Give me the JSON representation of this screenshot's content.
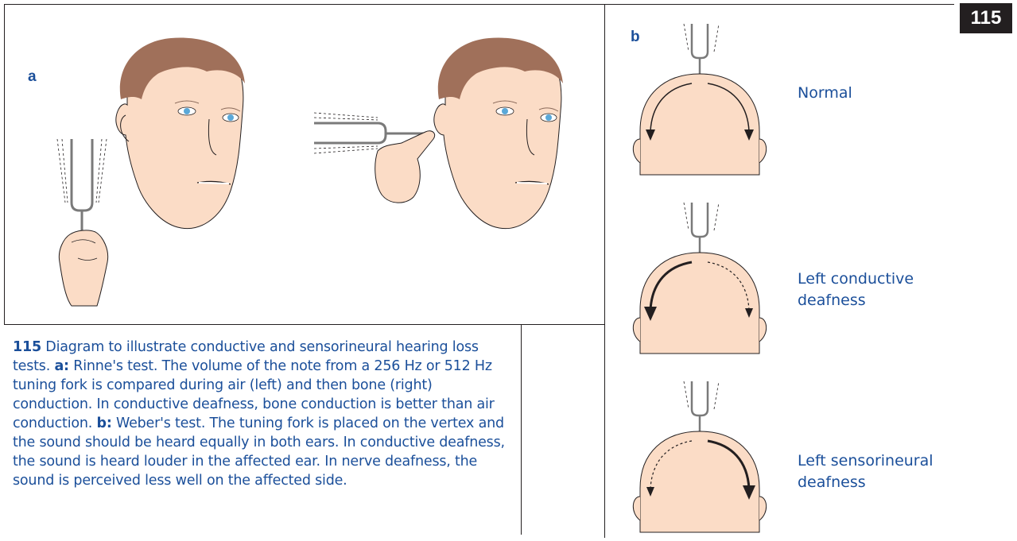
{
  "figure_number": "115",
  "panels": {
    "a_label": "a",
    "b_label": "b"
  },
  "weber_rows": [
    {
      "label_line1": "Normal",
      "label_line2": ""
    },
    {
      "label_line1": "Left conductive",
      "label_line2": "deafness"
    },
    {
      "label_line1": "Left sensorineural",
      "label_line2": "deafness"
    }
  ],
  "caption": {
    "number": "115",
    "intro": " Diagram to illustrate conductive and sensorineural hearing loss tests. ",
    "a_tag": "a:",
    "a_text": " Rinne's test. The volume of the note from a 256 Hz or 512 Hz tuning fork is compared during air (left) and then bone (right) conduction. In conductive deafness, bone conduction is better than air conduction. ",
    "b_tag": "b:",
    "b_text": " Weber's test. The tuning fork is placed on the vertex and the sound should be heard equally in both ears. In conductive deafness, the sound is heard louder in the affected ear. In nerve deafness, the sound is perceived less well on the affected side."
  },
  "colors": {
    "text_blue": "#1b4f9a",
    "skin": "#fbdcc6",
    "hair": "#a0705a",
    "line": "#231f20"
  },
  "icons": [
    "tuning-fork-icon",
    "hand-icon",
    "face-icon",
    "head-top-icon",
    "arrow-icon"
  ]
}
